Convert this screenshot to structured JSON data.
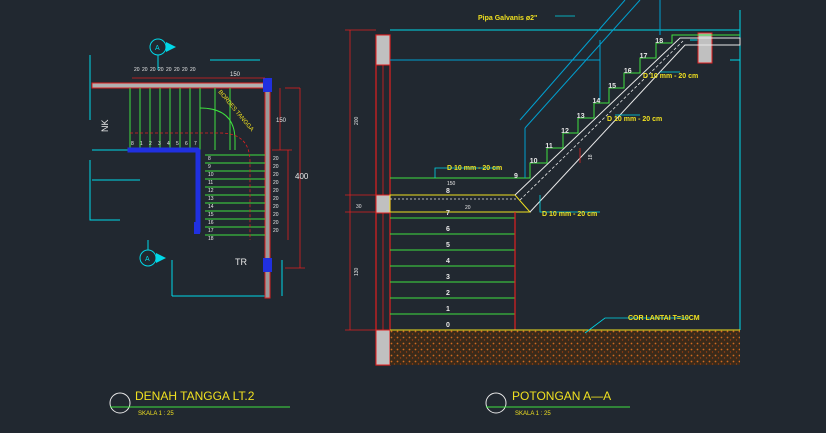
{
  "colors": {
    "background": "#212830",
    "cyan": "#00d8e8",
    "green": "#3fe03f",
    "red": "#e02020",
    "yellow": "#f0e020",
    "white": "#e8e8e8",
    "blue": "#2030e0",
    "hatch": "#c05a20"
  },
  "plan": {
    "title": "DENAH TANGGA LT.2",
    "scale": "SKALA 1 : 25",
    "nk_label": "NK",
    "tr_label": "TR",
    "bordes_label": "BORDES TANGGA",
    "section_marker": "A",
    "top_treads": [
      "20",
      "20",
      "20",
      "20",
      "20",
      "20",
      "20",
      "20"
    ],
    "top_dim": "150",
    "side_dim_150": "150",
    "side_dim_400": "400",
    "step_numbers_upper": [
      "8",
      "1",
      "2",
      "3",
      "4",
      "5",
      "6",
      "7"
    ],
    "step_numbers_lower": [
      "8",
      "9",
      "10",
      "11",
      "12",
      "13",
      "14",
      "15",
      "16",
      "17",
      "18"
    ],
    "side_treads": [
      "20",
      "20",
      "20",
      "20",
      "20",
      "20",
      "20",
      "20",
      "20",
      "20"
    ]
  },
  "section": {
    "title": "POTONGAN A—A",
    "scale": "SKALA 1 : 25",
    "pipe_label": "Pipa Galvanis ø2\"",
    "rebar_top": "D 10 mm - 20 cm",
    "rebar_mid": "D 10 mm - 20 cm",
    "rebar_landing": "D 10 mm - 20 cm",
    "rebar_bottom": "D 10 mm - 20 cm",
    "floor_label": "COR LANTAI T=10CM",
    "dim_200": "200",
    "dim_30": "30",
    "dim_130": "130",
    "dim_150": "150",
    "dim_20": "20",
    "dim_r": "18",
    "lower_steps": [
      "7",
      "6",
      "5",
      "4",
      "3",
      "2",
      "1",
      "0"
    ],
    "upper_steps": [
      "8",
      "9",
      "10",
      "11",
      "12",
      "13",
      "14",
      "15",
      "16",
      "17",
      "18"
    ]
  }
}
